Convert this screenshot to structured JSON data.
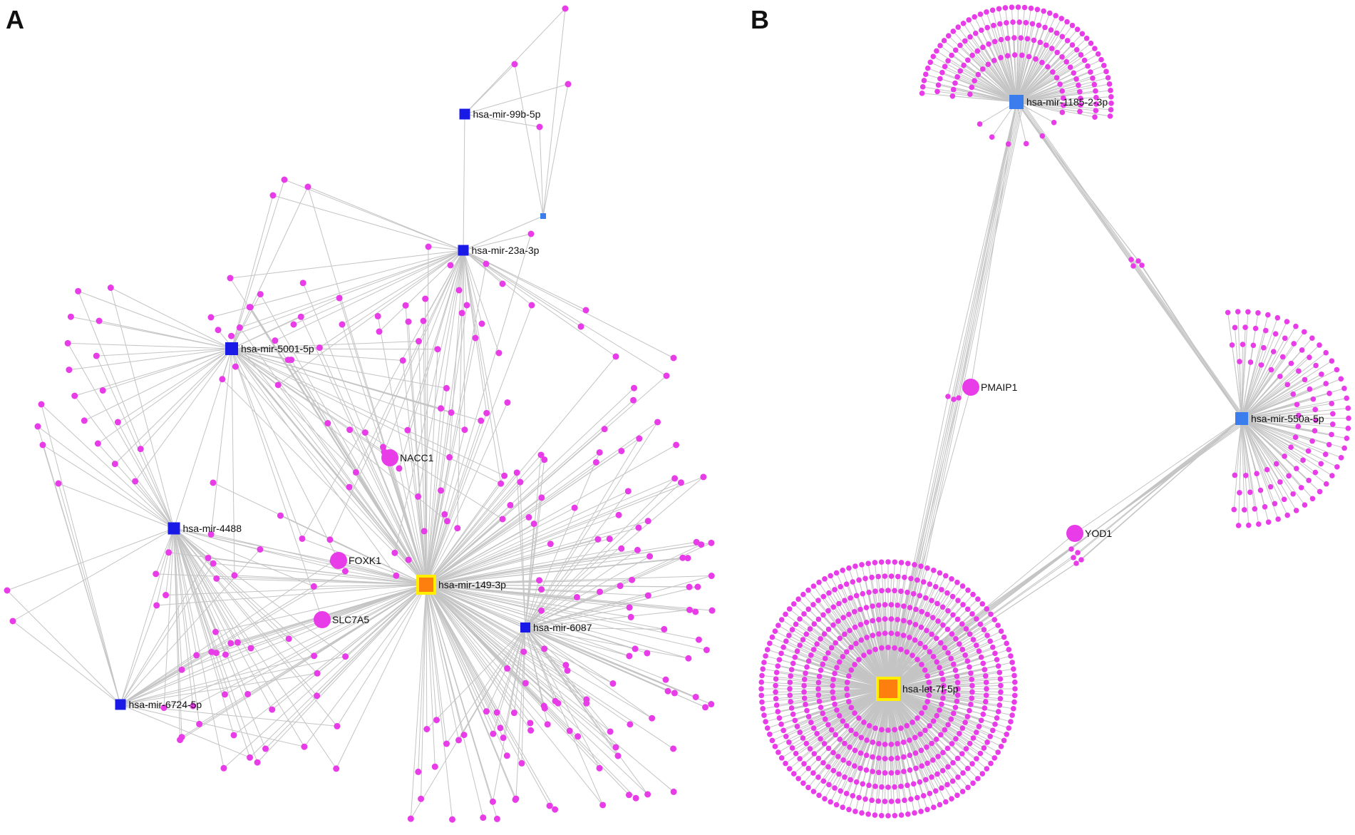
{
  "panels": [
    {
      "id": "A",
      "label": "A"
    },
    {
      "id": "B",
      "label": "B"
    }
  ],
  "colors": {
    "mirna": "#1a1ae6",
    "mirna_light": "#3b7ded",
    "hub_fill": "#ff7f0e",
    "hub_border": "#ffee00",
    "gene": "#e83ce8",
    "edge": "#c4c4c4"
  },
  "network_a": {
    "hub": {
      "label": "hsa-mir-149-3p"
    },
    "mirnas": [
      {
        "key": "m99b",
        "label": "hsa-mir-99b-5p"
      },
      {
        "key": "m23a",
        "label": "hsa-mir-23a-3p"
      },
      {
        "key": "m5001",
        "label": "hsa-mir-5001-5p"
      },
      {
        "key": "m4488",
        "label": "hsa-mir-4488"
      },
      {
        "key": "m6087",
        "label": "hsa-mir-6087"
      },
      {
        "key": "m6724",
        "label": "hsa-mir-6724-5p"
      },
      {
        "key": "msmall",
        "label": ""
      }
    ],
    "genes": [
      {
        "key": "NACC1",
        "label": "NACC1"
      },
      {
        "key": "FOXK1",
        "label": "FOXK1"
      },
      {
        "key": "SLC7A5",
        "label": "SLC7A5"
      }
    ]
  },
  "network_b": {
    "hub": {
      "label": "hsa-let-7f-5p"
    },
    "mirnas": [
      {
        "key": "m1185",
        "label": "hsa-mir-1185-2-3p"
      },
      {
        "key": "m550a",
        "label": "hsa-mir-550a-5p"
      }
    ],
    "genes": [
      {
        "key": "PMAIP1",
        "label": "PMAIP1"
      },
      {
        "key": "YOD1",
        "label": "YOD1"
      }
    ]
  }
}
